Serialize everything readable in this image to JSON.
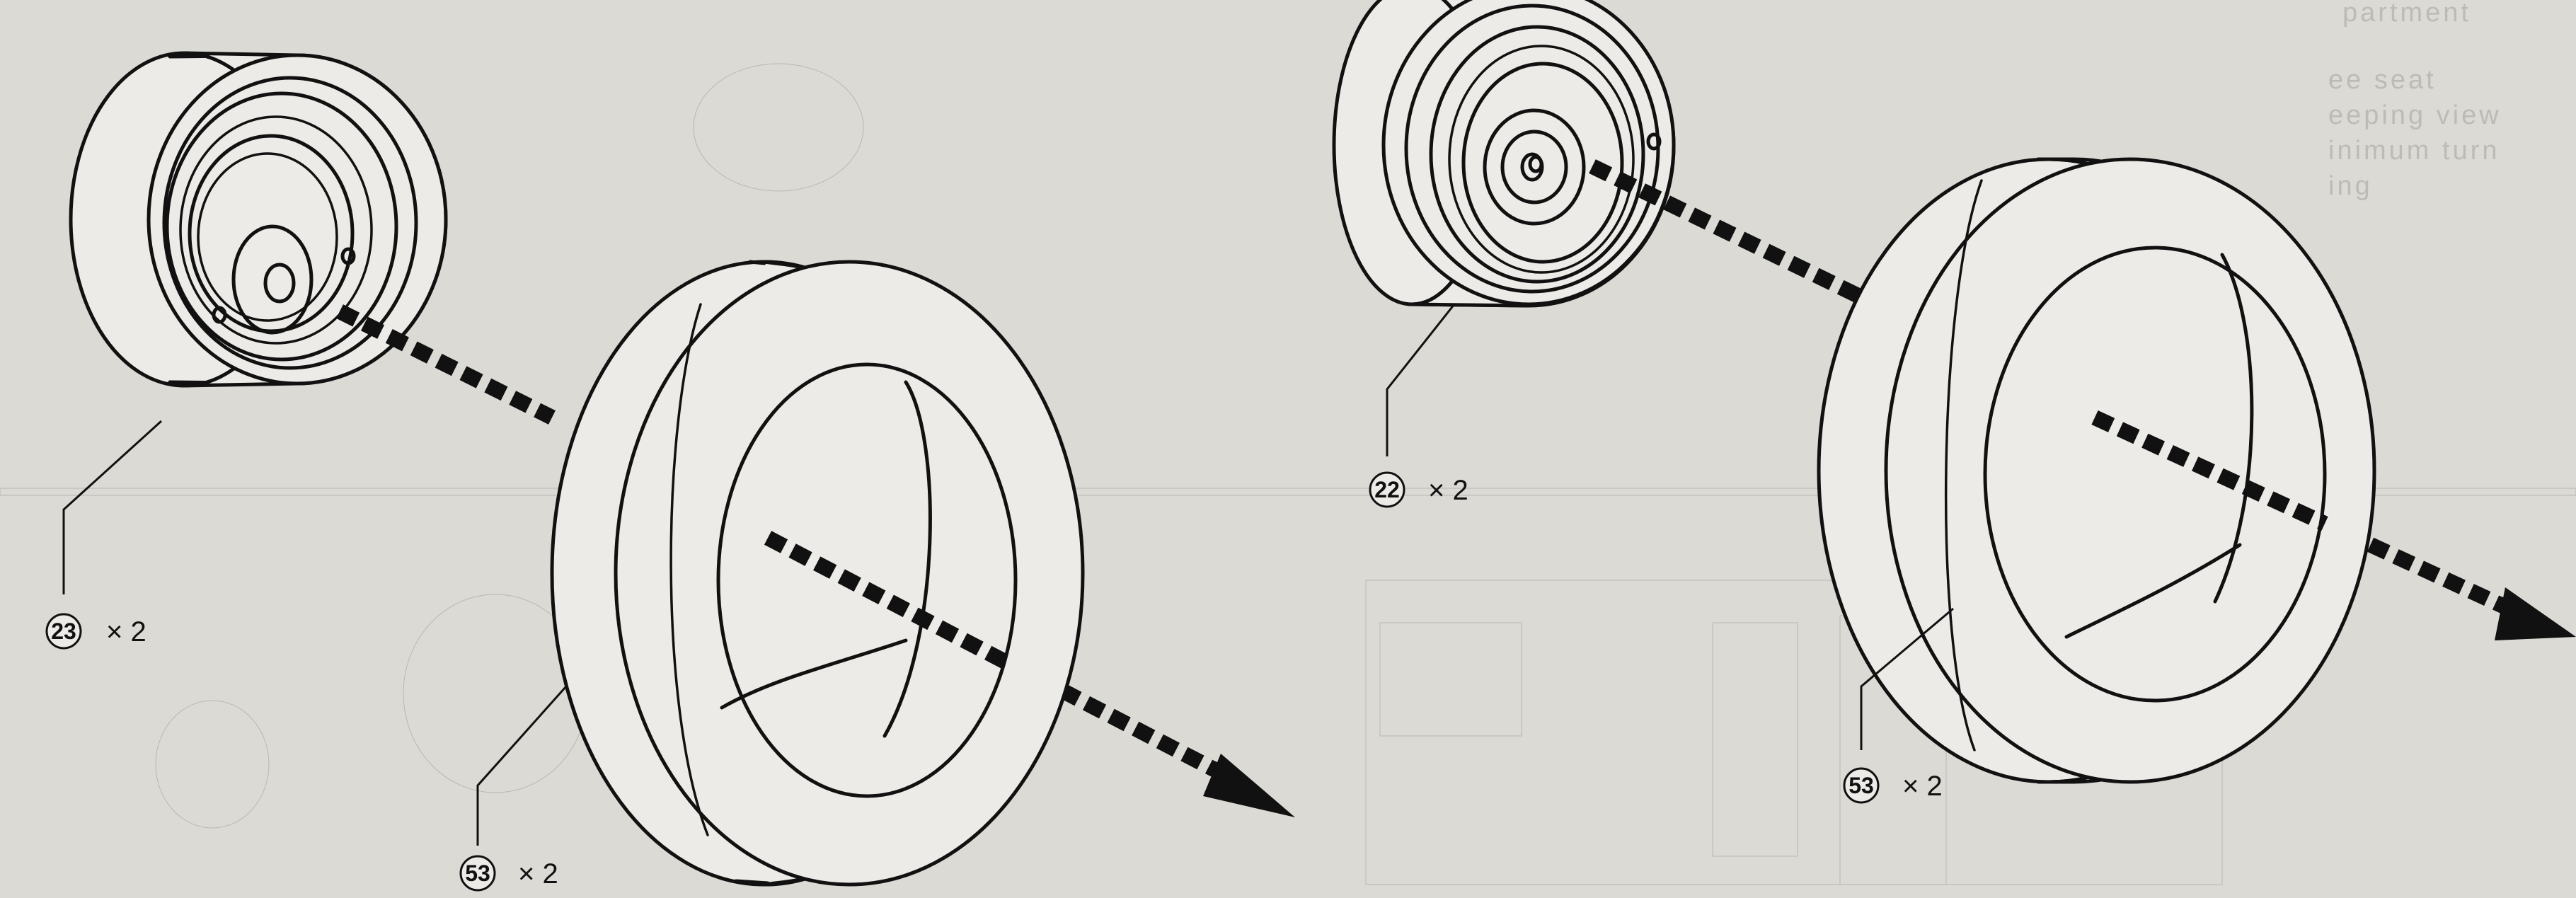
{
  "callouts": [
    {
      "part": "23",
      "qty": "× 2",
      "item": "rear-wheel-rim"
    },
    {
      "part": "53",
      "qty": "× 2",
      "item": "rear-tire"
    },
    {
      "part": "22",
      "qty": "× 2",
      "item": "front-wheel-rim"
    },
    {
      "part": "53",
      "qty": "× 2",
      "item": "front-tire"
    }
  ]
}
